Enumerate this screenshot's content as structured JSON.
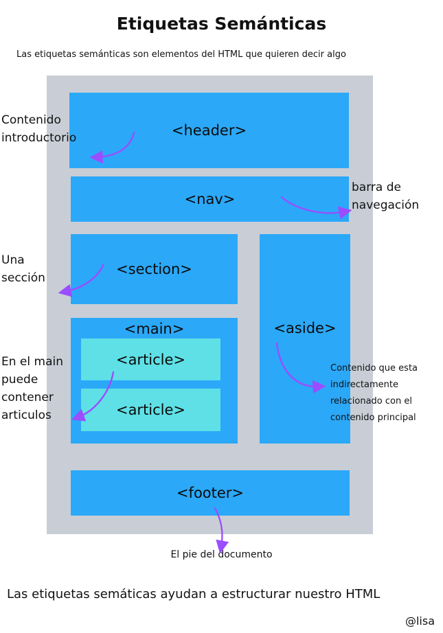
{
  "title": "Etiquetas Semánticas",
  "subtitle": "Las etiquetas semánticas son elementos del HTML que quieren decir algo",
  "tags": {
    "header": "<header>",
    "nav": "<nav>",
    "section": "<section>",
    "main": "<main>",
    "article1": "<article>",
    "article2": "<article>",
    "aside": "<aside>",
    "footer": "<footer>"
  },
  "notes": {
    "header": "Contenido introductorio",
    "nav": "barra de navegación",
    "section": "Una sección",
    "main": "En el main puede contener articulos",
    "aside": "Contenido que esta indirectamente relacionado con el contenido principal",
    "footer": "El pie del documento"
  },
  "bottom_text": "Las etiquetas semáticas ayudan a estructurar nuestro HTML",
  "signature": "@lisa",
  "colors": {
    "frame": "#c9ced6",
    "box": "#2ba8f8",
    "article": "#5ee0e6",
    "arrow": "#9b4dff"
  }
}
